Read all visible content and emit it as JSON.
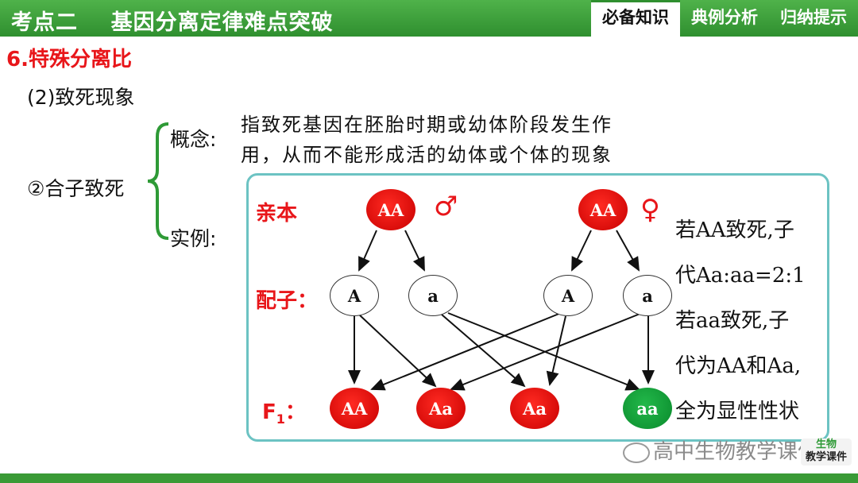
{
  "header": {
    "title": "考点二    基因分离定律难点突破",
    "tabs": [
      {
        "label": "必备知识",
        "active": true
      },
      {
        "label": "典例分析",
        "active": false
      },
      {
        "label": "归纳提示",
        "active": false
      }
    ]
  },
  "content": {
    "section_title": "6.特殊分离比",
    "sub_title": "(2)致死现象",
    "heterozygote_label": "②合子致死",
    "concept_label": "概念:",
    "concept_lines": [
      "指致死基因在胚胎时期或幼体阶段发生作",
      "用，从而不能形成活的幼体或个体的现象"
    ],
    "example_label": "实例:"
  },
  "diagram": {
    "parent_label": "亲本",
    "gamete_label": "配子：",
    "f1_label": "F",
    "f1_sub": "1",
    "f1_colon": "：",
    "male_symbol": "♂",
    "female_symbol": "♀",
    "parents": [
      "AA",
      "AA"
    ],
    "gametes": [
      "A",
      "a",
      "A",
      "a"
    ],
    "offspring": [
      "AA",
      "Aa",
      "Aa",
      "aa"
    ],
    "colors": {
      "dominant": "#e8161a",
      "recessive": "#14a03c",
      "border": "#6cc3c3"
    }
  },
  "notes": [
    "若AA致死,子",
    "代Aa:aa=2:1",
    "若aa致死,子",
    "代为AA和Aa,",
    "全为显性性状"
  ],
  "watermark": {
    "text": "高中生物教学课件",
    "logo_top": "生物",
    "logo_bottom": "教学课件"
  }
}
